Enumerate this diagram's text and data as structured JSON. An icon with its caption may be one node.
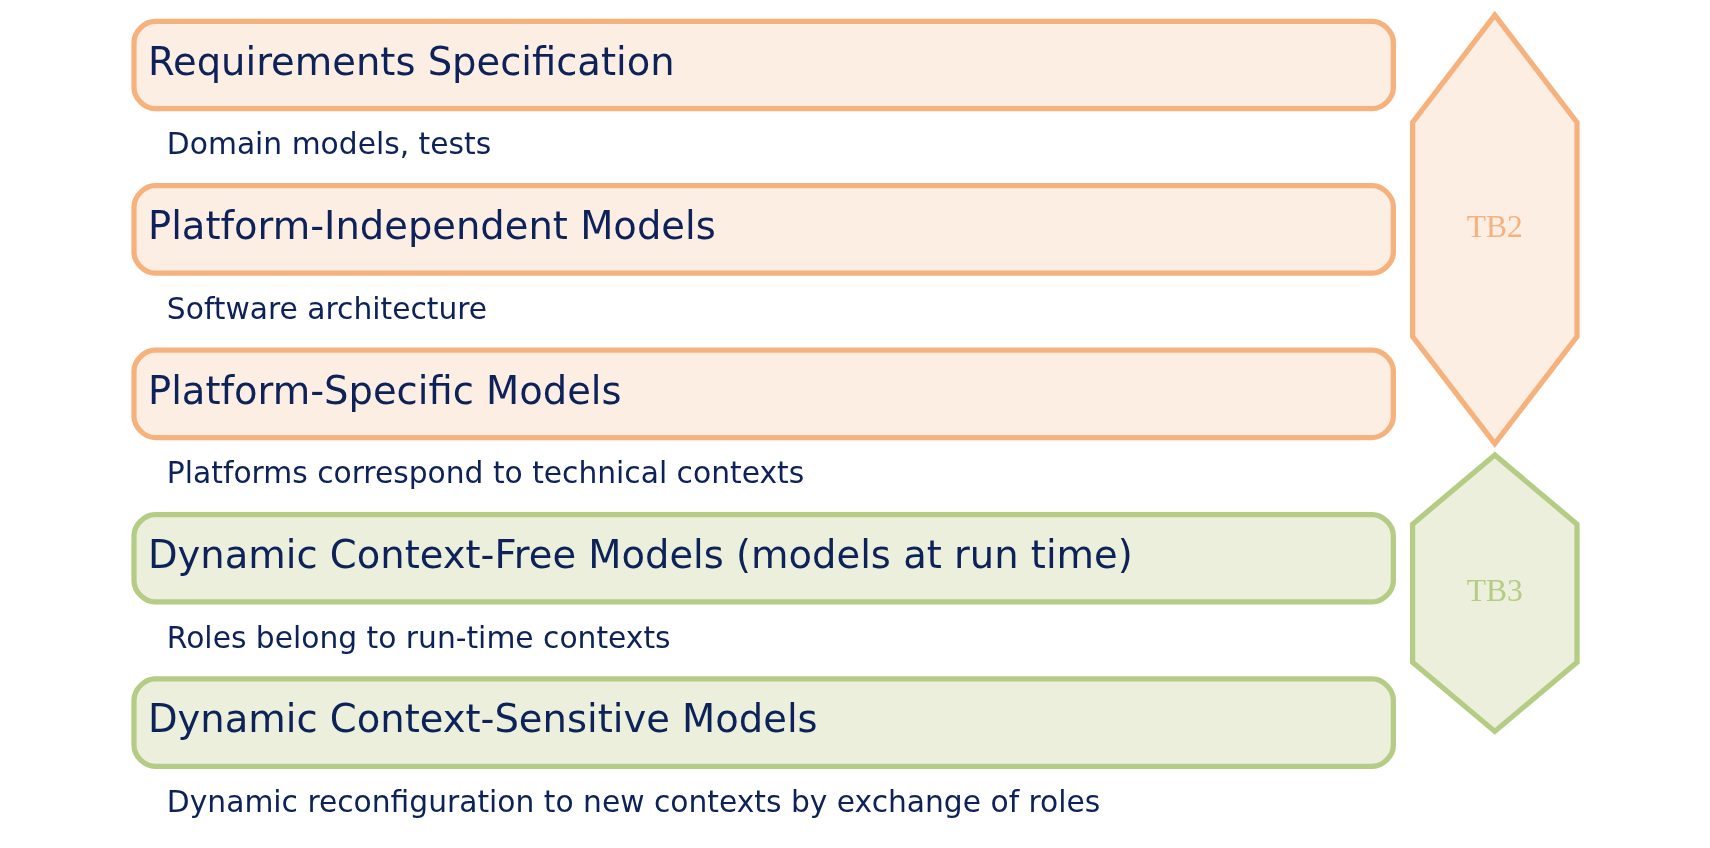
{
  "diagram": {
    "nodes": [
      {
        "text": [
          "Requirements Specification"
        ],
        "beside": [
          "Domain models, tests"
        ]
      },
      {
        "text": [
          "Platform-Independent Models"
        ],
        "beside": [
          "Software architecture"
        ]
      },
      {
        "text": [
          "Platform-Specific Models"
        ],
        "beside": [
          "Platforms correspond to technical contexts"
        ]
      },
      {
        "text": [
          "Dynamic Context-Free Models (models at run time)"
        ],
        "beside": [
          "Roles belong to run-time contexts"
        ]
      },
      {
        "text": [
          "Dynamic Context-Sensitive Models"
        ],
        "beside": [
          "Dynamic reconfiguration to new contexts by exchange of roles"
        ]
      },
      {
        "text": [
          "TB2"
        ]
      },
      {
        "text": [
          "TB3"
        ]
      }
    ]
  }
}
